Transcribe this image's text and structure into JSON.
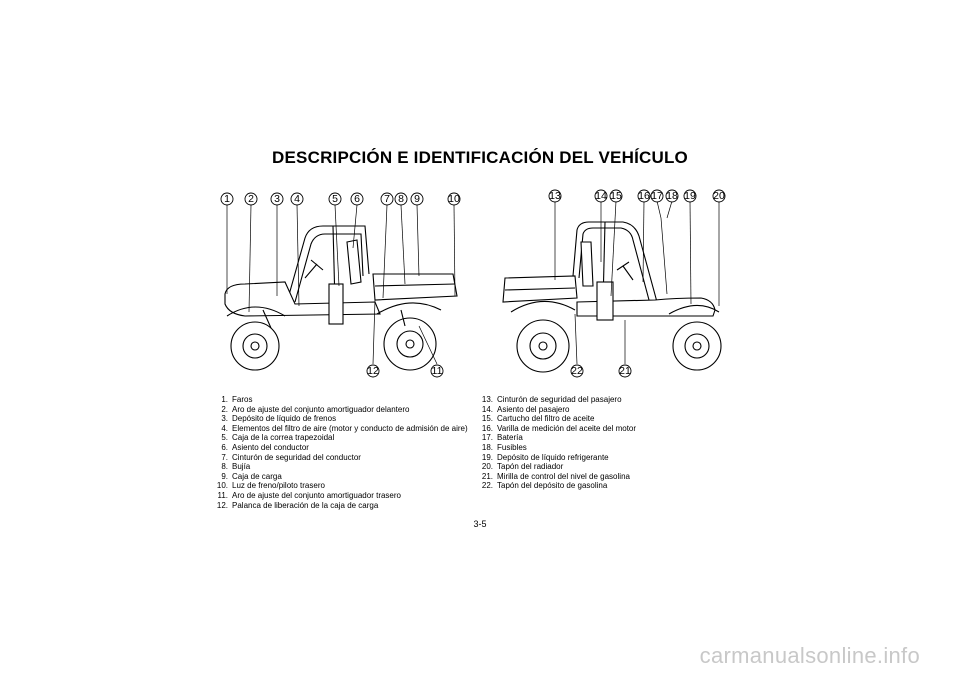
{
  "title": "DESCRIPCIÓN E IDENTIFICACIÓN DEL VEHÍCULO",
  "page_number": "3-5",
  "watermark": "carmanualsonline.info",
  "callouts_left": [
    "1",
    "2",
    "3",
    "4",
    "5",
    "6",
    "7",
    "8",
    "9",
    "10",
    "11",
    "12"
  ],
  "callouts_right": [
    "13",
    "14",
    "15",
    "16",
    "17",
    "18",
    "19",
    "20",
    "21",
    "22"
  ],
  "left_list": [
    {
      "num": "1.",
      "text": "Faros"
    },
    {
      "num": "2.",
      "text": "Aro de ajuste del conjunto amortiguador delantero"
    },
    {
      "num": "3.",
      "text": "Depósito de líquido de frenos"
    },
    {
      "num": "4.",
      "text": "Elementos del filtro de aire (motor y conducto de admisión de aire)"
    },
    {
      "num": "5.",
      "text": "Caja de la correa trapezoidal"
    },
    {
      "num": "6.",
      "text": "Asiento del conductor"
    },
    {
      "num": "7.",
      "text": "Cinturón de seguridad del conductor"
    },
    {
      "num": "8.",
      "text": "Bujía"
    },
    {
      "num": "9.",
      "text": "Caja de carga"
    },
    {
      "num": "10.",
      "text": "Luz de freno/piloto trasero"
    },
    {
      "num": "11.",
      "text": "Aro de ajuste del conjunto amortiguador trasero"
    },
    {
      "num": "12.",
      "text": "Palanca de liberación de la caja de carga"
    }
  ],
  "right_list": [
    {
      "num": "13.",
      "text": "Cinturón de seguridad del pasajero"
    },
    {
      "num": "14.",
      "text": "Asiento del pasajero"
    },
    {
      "num": "15.",
      "text": "Cartucho del filtro de aceite"
    },
    {
      "num": "16.",
      "text": "Varilla de medición del aceite del motor"
    },
    {
      "num": "17.",
      "text": "Batería"
    },
    {
      "num": "18.",
      "text": "Fusibles"
    },
    {
      "num": "19.",
      "text": "Depósito de líquido refrigerante"
    },
    {
      "num": "20.",
      "text": "Tapón del radiador"
    },
    {
      "num": "21.",
      "text": "Mirilla de control del nivel de gasolina"
    },
    {
      "num": "22.",
      "text": "Tapón del depósito de gasolina"
    }
  ]
}
